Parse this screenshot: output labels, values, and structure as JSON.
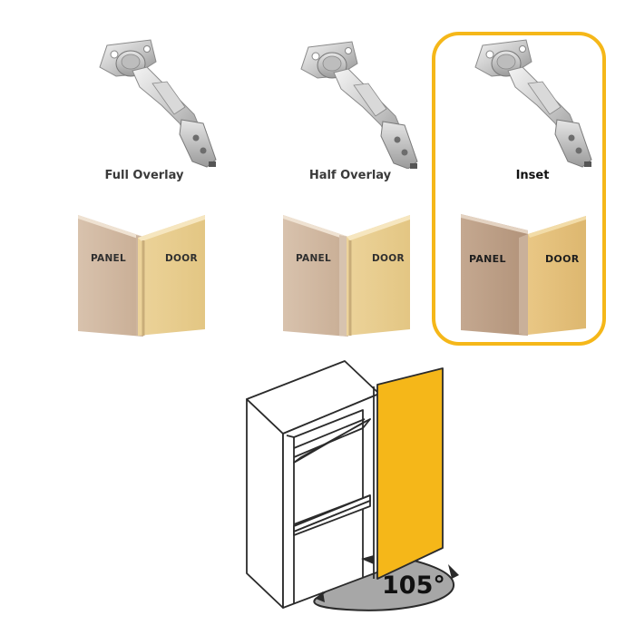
{
  "hinges": [
    {
      "label": "Full Overlay"
    },
    {
      "label": "Half Overlay"
    },
    {
      "label": "Inset",
      "selected": true
    }
  ],
  "joints": [
    {
      "panel_label": "PANEL",
      "door_label": "DOOR"
    },
    {
      "panel_label": "PANEL",
      "door_label": "DOOR"
    },
    {
      "panel_label": "PANEL",
      "door_label": "DOOR"
    }
  ],
  "cabinet": {
    "opening_angle": "105°"
  },
  "colors": {
    "highlight": "#f5b719",
    "door": "#f5b719",
    "arc": "#a7a7a7"
  },
  "icons": [
    "concealed-hinge-icon",
    "cabinet-icon",
    "rotation-arrow-icon"
  ]
}
